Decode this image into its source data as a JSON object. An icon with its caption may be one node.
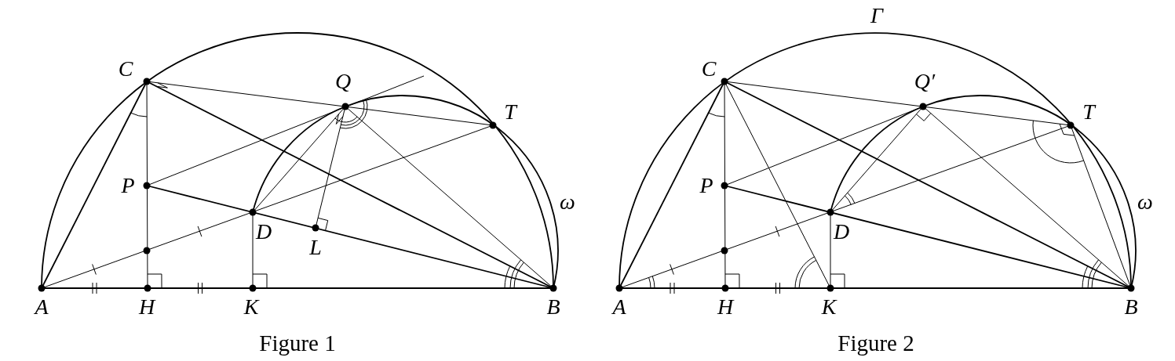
{
  "diagram": {
    "labels": [
      "C",
      "Q",
      "T",
      "P",
      "ω",
      "D",
      "L",
      "A",
      "H",
      "K",
      "B",
      "Figure 1",
      "Γ",
      "C",
      "Q′",
      "T",
      "P",
      "ω",
      "D",
      "A",
      "H",
      "K",
      "B",
      "Figure 2"
    ]
  }
}
